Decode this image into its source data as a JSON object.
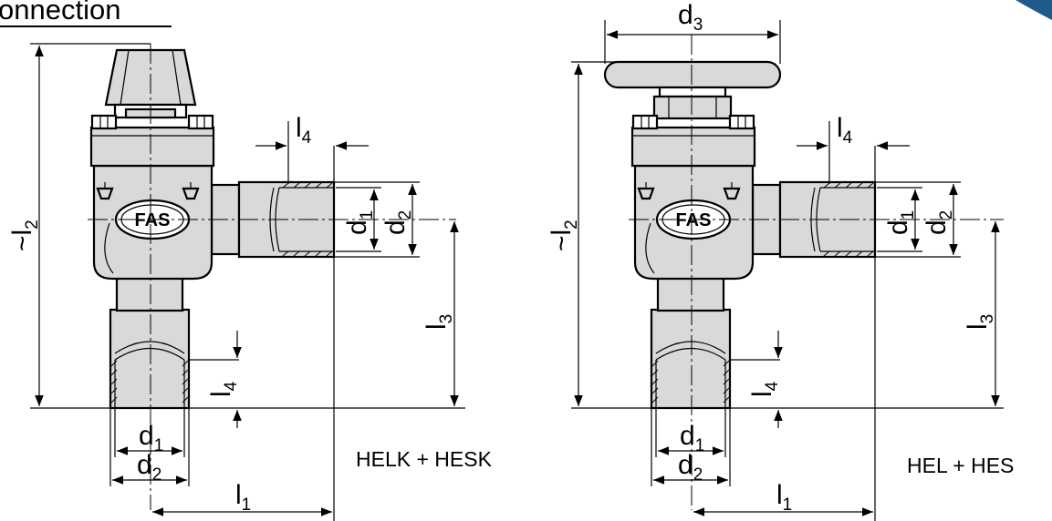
{
  "header": {
    "title_fragment": "onnection"
  },
  "logo_text": "FAS",
  "dimension_labels": {
    "l1": {
      "main": "l",
      "sub": "1"
    },
    "l2": {
      "main": "~l",
      "sub": "2"
    },
    "l3": {
      "main": "l",
      "sub": "3"
    },
    "l4": {
      "main": "l",
      "sub": "4"
    },
    "d1": {
      "main": "d",
      "sub": "1"
    },
    "d2": {
      "main": "d",
      "sub": "2"
    },
    "d3": {
      "main": "d",
      "sub": "3"
    }
  },
  "views": [
    {
      "id": "left",
      "caption": "HELK +  HESK",
      "handle": "cap"
    },
    {
      "id": "right",
      "caption": "HEL +  HES",
      "handle": "wheel"
    }
  ],
  "colors": {
    "line": "#000000",
    "shade": "#d9d9d9",
    "brand_corner": "#1f5a8c"
  }
}
